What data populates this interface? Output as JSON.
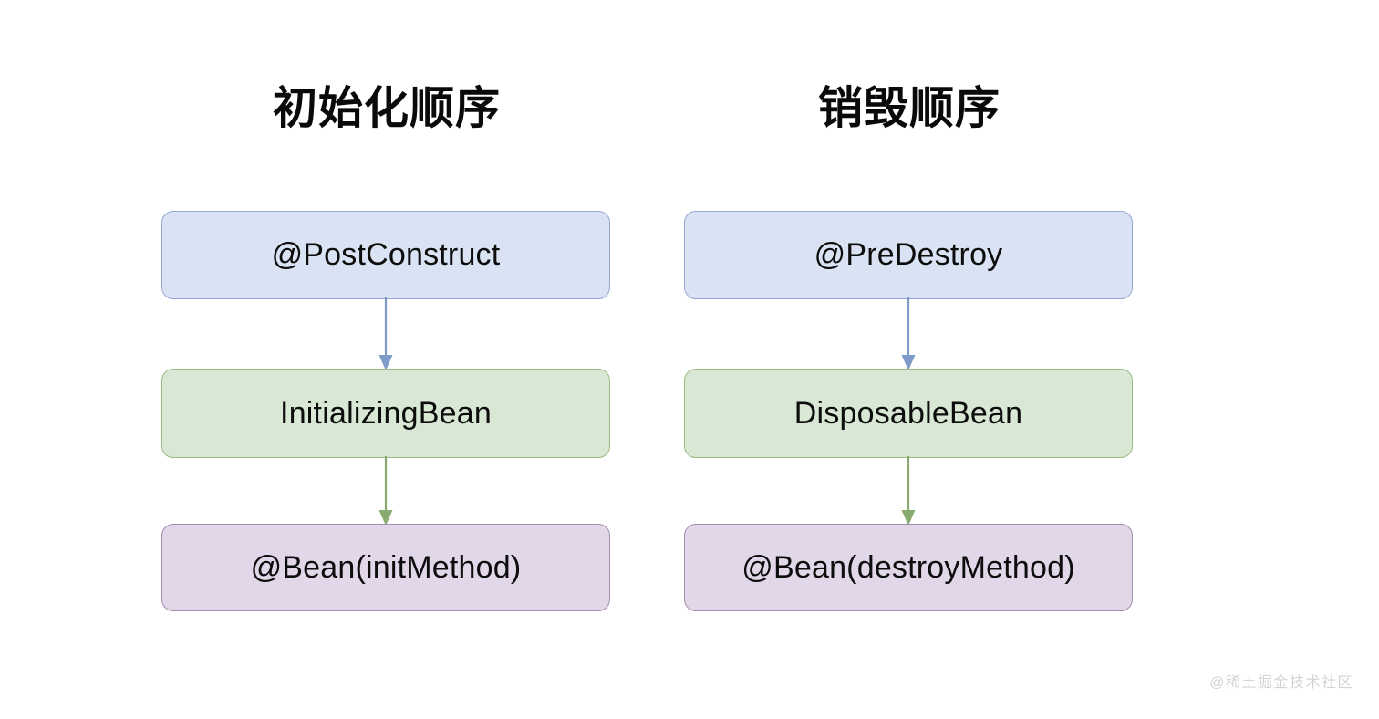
{
  "diagram": {
    "title_left": "初始化顺序",
    "title_right": "销毁顺序",
    "background_color": "#ffffff",
    "columns": [
      {
        "id": "initialization-sequence",
        "title": "初始化顺序",
        "nodes": [
          {
            "label": "@PostConstruct",
            "fill": "#dae3f3",
            "border": "#94a7d4",
            "style": "blue"
          },
          {
            "label": "InitializingBean",
            "fill": "#d9e8d4",
            "border": "#9cbb83",
            "style": "green"
          },
          {
            "label": "@Bean(initMethod)",
            "fill": "#e2d6e9",
            "border": "#a08fae",
            "style": "purple"
          }
        ],
        "arrows": [
          {
            "from": "@PostConstruct",
            "to": "InitializingBean",
            "color": "#7f9bc9"
          },
          {
            "from": "InitializingBean",
            "to": "@Bean(initMethod)",
            "color": "#8aab70"
          }
        ]
      },
      {
        "id": "destruction-sequence",
        "title": "销毁顺序",
        "nodes": [
          {
            "label": "@PreDestroy",
            "fill": "#dae3f3",
            "border": "#94a7d4",
            "style": "blue"
          },
          {
            "label": "DisposableBean",
            "fill": "#d9e8d4",
            "border": "#9cbb83",
            "style": "green"
          },
          {
            "label": "@Bean(destroyMethod)",
            "fill": "#e2d6e9",
            "border": "#a08fae",
            "style": "purple"
          }
        ],
        "arrows": [
          {
            "from": "@PreDestroy",
            "to": "DisposableBean",
            "color": "#7f9bc9"
          },
          {
            "from": "DisposableBean",
            "to": "@Bean(destroyMethod)",
            "color": "#8aab70"
          }
        ]
      }
    ]
  },
  "watermark": {
    "text": "@稀土掘金技术社区",
    "color": "#d3d3d5"
  }
}
